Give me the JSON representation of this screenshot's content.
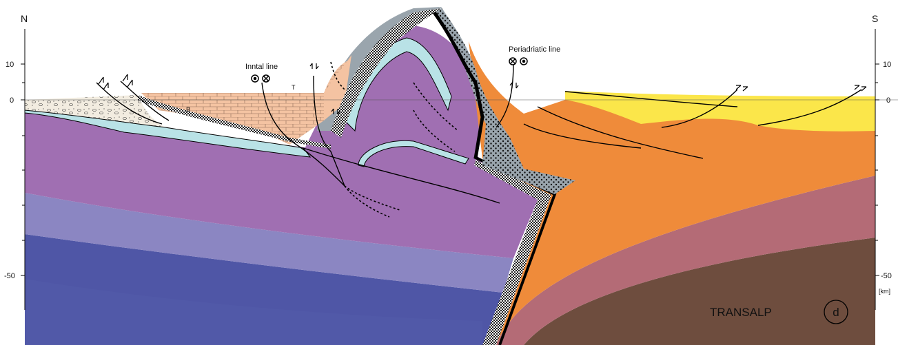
{
  "axis": {
    "left_direction": "N",
    "right_direction": "S",
    "left_ticks": [
      "10",
      "0",
      "-50"
    ],
    "right_ticks": [
      "10",
      "0",
      "-50"
    ],
    "unit": "[km]"
  },
  "labels": {
    "inntal_line": "Inntal line",
    "periadriatic_line": "Periadriatic line",
    "unit_b": "B",
    "unit_t": "T"
  },
  "footer": {
    "title": "TRANSALP",
    "panel_letter": "d"
  },
  "colors": {
    "european_upper_crust": "#a06fb2",
    "european_lower_crust_1": "#8b86c2",
    "european_lower_crust_2": "#5f61ad",
    "european_mantle": "#4f56a6",
    "adriatic_upper_crust": "#ef8b3a",
    "adriatic_lower_crust": "#b46b76",
    "adriatic_mantle": "#6e4d3e",
    "austroalpine_cover": "#f4c3a2",
    "tauern_cover": "#9aa5ad",
    "molasse": "#f2e9c6",
    "southalpine_cover": "#fbe64a",
    "flysch_band": "#b9e2e6"
  }
}
